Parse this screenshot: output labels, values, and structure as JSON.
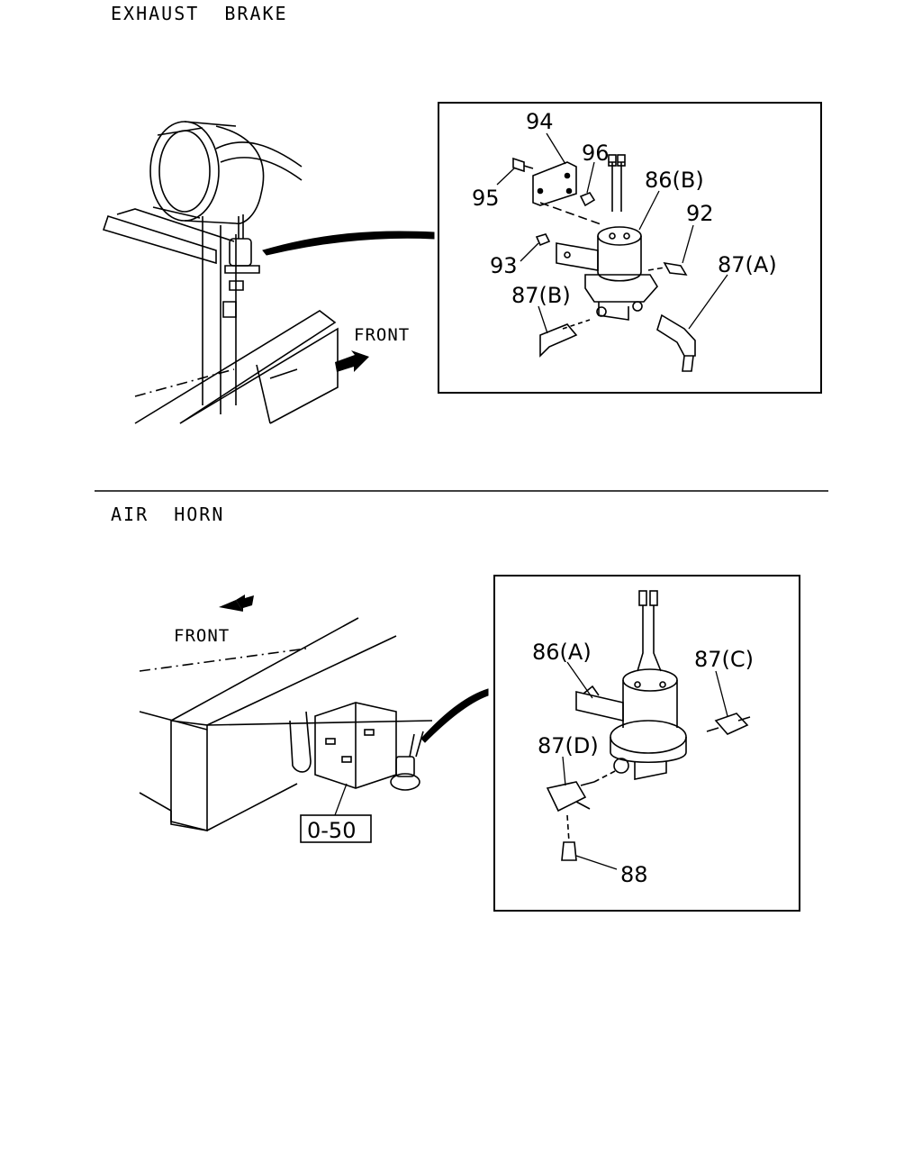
{
  "sections": {
    "exhaust_brake": {
      "title": "EXHAUST  BRAKE",
      "front_label": "FRONT",
      "callouts": {
        "c94": "94",
        "c96": "96",
        "c95": "95",
        "c86b": "86(B)",
        "c92": "92",
        "c93": "93",
        "c87a": "87(A)",
        "c87b": "87(B)"
      }
    },
    "air_horn": {
      "title": "AIR  HORN",
      "front_label": "FRONT",
      "reference": "0-50",
      "callouts": {
        "c86a": "86(A)",
        "c87c": "87(C)",
        "c87d": "87(D)",
        "c88": "88"
      }
    }
  }
}
